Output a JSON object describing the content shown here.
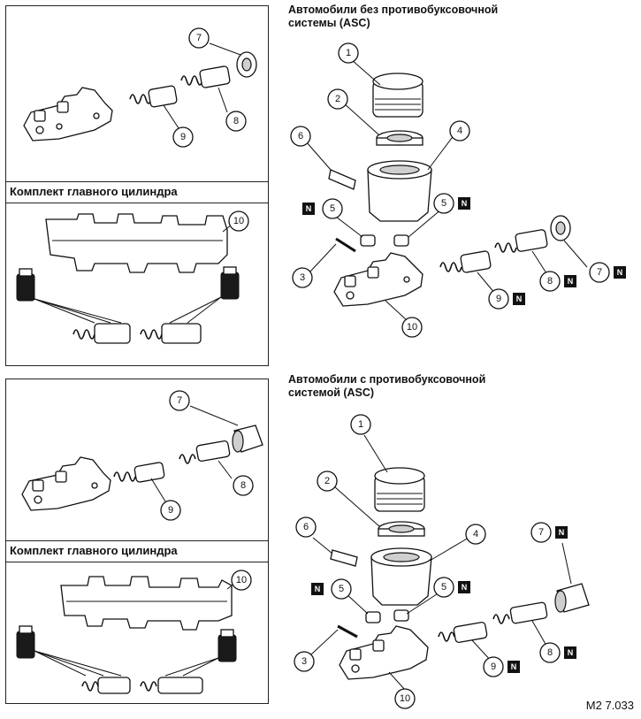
{
  "left_panels": [
    {
      "kit_title": "Комплект главного цилиндра",
      "callouts_top": [
        "7",
        "9",
        "8"
      ],
      "callouts_kit": [
        "10"
      ]
    },
    {
      "kit_title": "Комплект главного цилиндра",
      "callouts_top": [
        "7",
        "9",
        "8"
      ],
      "callouts_kit": [
        "10"
      ]
    }
  ],
  "right_sections": [
    {
      "heading_line1": "Автомобили без противобуксовочной",
      "heading_line2": "системы (ASC)",
      "callouts": [
        "1",
        "2",
        "6",
        "4",
        "5",
        "5",
        "3",
        "9",
        "8",
        "7",
        "10"
      ],
      "badge_label": "N"
    },
    {
      "heading_line1": "Автомобили с противобуксовочной",
      "heading_line2": "системой (ASC)",
      "callouts": [
        "1",
        "2",
        "6",
        "4",
        "7",
        "5",
        "5",
        "3",
        "9",
        "8",
        "10"
      ],
      "badge_label": "N"
    }
  ],
  "figure_code": "M2 7.033",
  "icons": [
    "master-cylinder-body",
    "reservoir-cap",
    "seal-ring",
    "reservoir",
    "grommet",
    "retaining-pin",
    "piston-assembly",
    "secondary-piston",
    "seal-cap",
    "grease-tube"
  ]
}
